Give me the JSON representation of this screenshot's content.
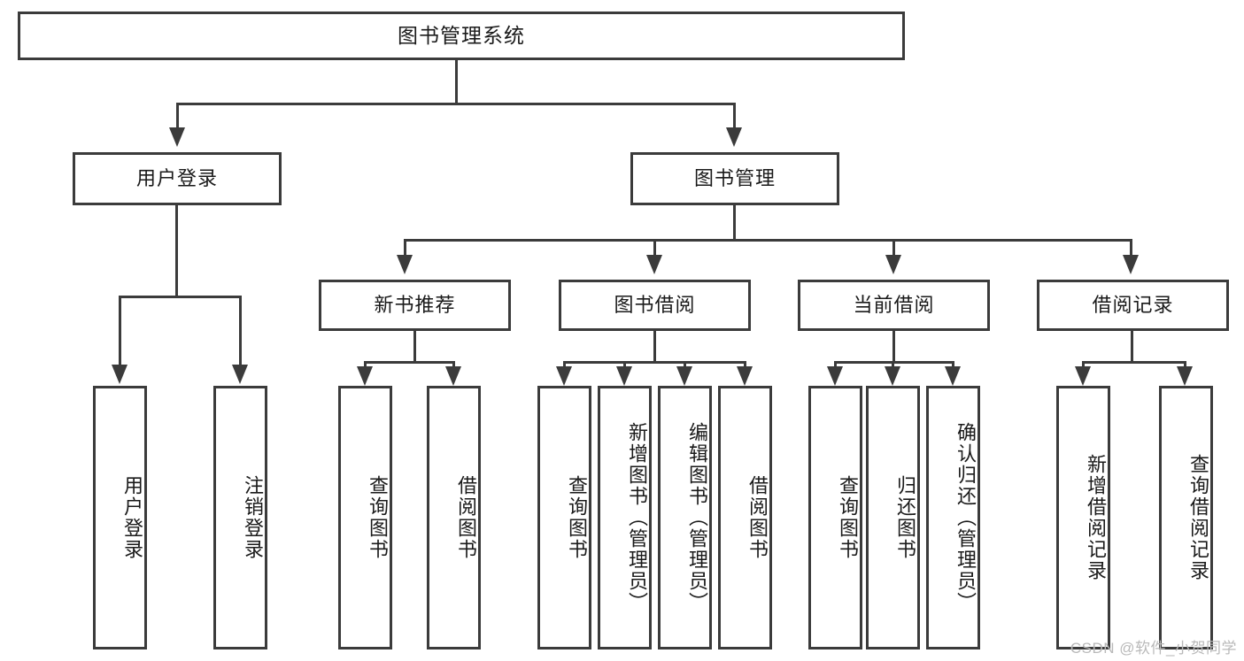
{
  "diagram": {
    "type": "tree-hierarchy",
    "title": "图书管理系统",
    "root": {
      "label": "图书管理系统",
      "orientation": "horizontal"
    },
    "level2": [
      {
        "label": "用户登录",
        "orientation": "horizontal"
      },
      {
        "label": "图书管理",
        "orientation": "horizontal"
      }
    ],
    "level3": [
      {
        "label": "新书推荐",
        "orientation": "horizontal"
      },
      {
        "label": "图书借阅",
        "orientation": "horizontal"
      },
      {
        "label": "当前借阅",
        "orientation": "horizontal"
      },
      {
        "label": "借阅记录",
        "orientation": "horizontal"
      }
    ],
    "leaves": {
      "user_login": [
        {
          "label": "用户登录",
          "orientation": "vertical"
        },
        {
          "label": "注销登录",
          "orientation": "vertical"
        }
      ],
      "new_book_recommend": [
        {
          "label": "查询图书",
          "orientation": "vertical"
        },
        {
          "label": "借阅图书",
          "orientation": "vertical"
        }
      ],
      "book_borrow": [
        {
          "label": "查询图书",
          "orientation": "vertical"
        },
        {
          "label": "新增图书（管理员）",
          "orientation": "vertical"
        },
        {
          "label": "编辑图书（管理员）",
          "orientation": "vertical"
        },
        {
          "label": "借阅图书",
          "orientation": "vertical"
        }
      ],
      "current_borrow": [
        {
          "label": "查询图书",
          "orientation": "vertical"
        },
        {
          "label": "归还图书",
          "orientation": "vertical"
        },
        {
          "label": "确认归还（管理员）",
          "orientation": "vertical"
        }
      ],
      "borrow_records": [
        {
          "label": "新增借阅记录",
          "orientation": "vertical"
        },
        {
          "label": "查询借阅记录",
          "orientation": "vertical"
        }
      ]
    },
    "colors": {
      "stroke": "#3b3b3b",
      "fill": "#ffffff",
      "text": "#1a1a1a",
      "watermark": "#b9b9b9"
    }
  },
  "watermark": {
    "text": "CSDN @软件_小贺同学"
  }
}
